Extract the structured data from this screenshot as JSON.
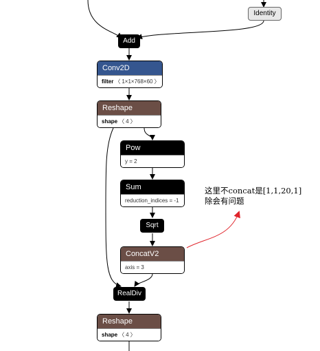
{
  "nodes": {
    "identity": {
      "label": "Identity"
    },
    "add": {
      "label": "Add"
    },
    "conv2d": {
      "label": "Conv2D",
      "attr_name": "filter",
      "attr_value": "1×1×768×60"
    },
    "reshape1": {
      "label": "Reshape",
      "attr_name": "shape",
      "attr_value": "4"
    },
    "pow": {
      "label": "Pow",
      "attr": "y = 2"
    },
    "sum": {
      "label": "Sum",
      "attr": "reduction_indices = -1"
    },
    "sqrt": {
      "label": "Sqrt"
    },
    "concatv2": {
      "label": "ConcatV2",
      "attr": "axis = 3"
    },
    "realdiv": {
      "label": "RealDiv"
    },
    "reshape2": {
      "label": "Reshape",
      "attr_name": "shape",
      "attr_value": "4"
    }
  },
  "annotation": {
    "line1": "这里不concat是[1,1,20,1]",
    "line2": "除会有问题",
    "arrow_color": "#e0242b"
  },
  "colors": {
    "conv": "#35568f",
    "reshape": "#6b4e46",
    "op": "#000000",
    "edge": "#000000"
  }
}
